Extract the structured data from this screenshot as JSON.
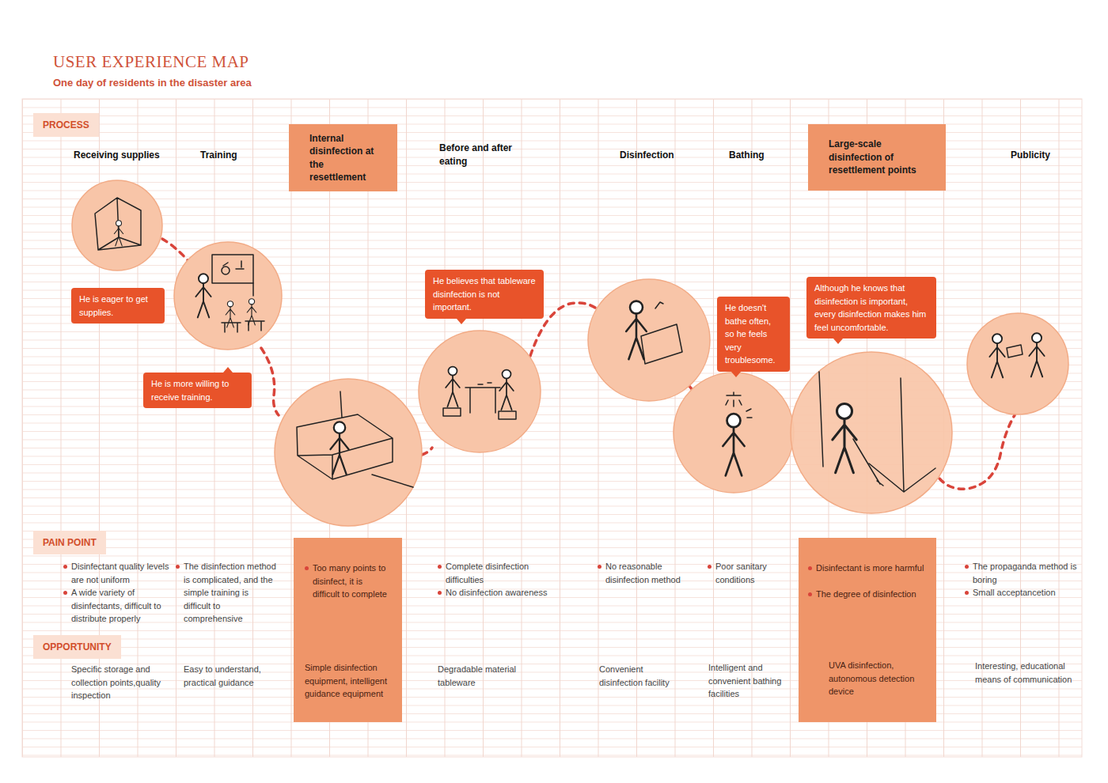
{
  "diagram": {
    "title": "USER EXPERIENCE MAP",
    "caption": "One day of residents in the disaster area",
    "nodes": [
      {
        "text": [
          "PROCESS"
        ]
      },
      {
        "text": [
          "Internal disinfection at the resettlement"
        ]
      },
      {
        "text": [
          "Large-scale disinfection of resettlement points"
        ]
      },
      {
        "text": [
          "He is eager to get supplies."
        ]
      },
      {
        "text": [
          "He is more willing to receive training."
        ]
      },
      {
        "text": [
          "He believes that tableware disinfection is not important."
        ]
      },
      {
        "text": [
          "He doesn't bathe often, so he feels very troublesome."
        ]
      },
      {
        "text": [
          "Although he knows that disinfection is important, every disinfection makes him feel uncomfortable."
        ]
      },
      {
        "text": [
          "PAIN POINT"
        ]
      },
      {
        "text": [
          "Too many points to disinfect, it is difficult to complete",
          "Simple disinfection equipment, intelligent guidance equipment"
        ]
      },
      {
        "text": [
          "Disinfectant is more harmful",
          "The degree of disinfection",
          "UVA disinfection, autonomous detection device"
        ]
      },
      {
        "text": [
          "OPPORTUNITY"
        ]
      }
    ],
    "labels": [
      "Receiving supplies",
      "Training",
      "Before and after eating",
      "Disinfection",
      "Bathing",
      "Publicity",
      "Disinfectant quality levels are not uniform",
      "A wide variety of disinfectants, difficult to distribute properly",
      "The disinfection method is complicated, and the simple training is difficult to comprehensive",
      "Complete disinfection difficulties",
      "No disinfection awareness",
      "No reasonable disinfection method",
      "Poor sanitary conditions",
      "The propaganda method is boring",
      "Small acceptancetion",
      "Specific storage and collection points,quality inspection",
      "Easy to understand, practical guidance",
      "Degradable material tableware",
      "Convenient disinfection facility",
      "Intelligent and convenient bathing facilities",
      "Interesting, educational means of communication"
    ]
  }
}
